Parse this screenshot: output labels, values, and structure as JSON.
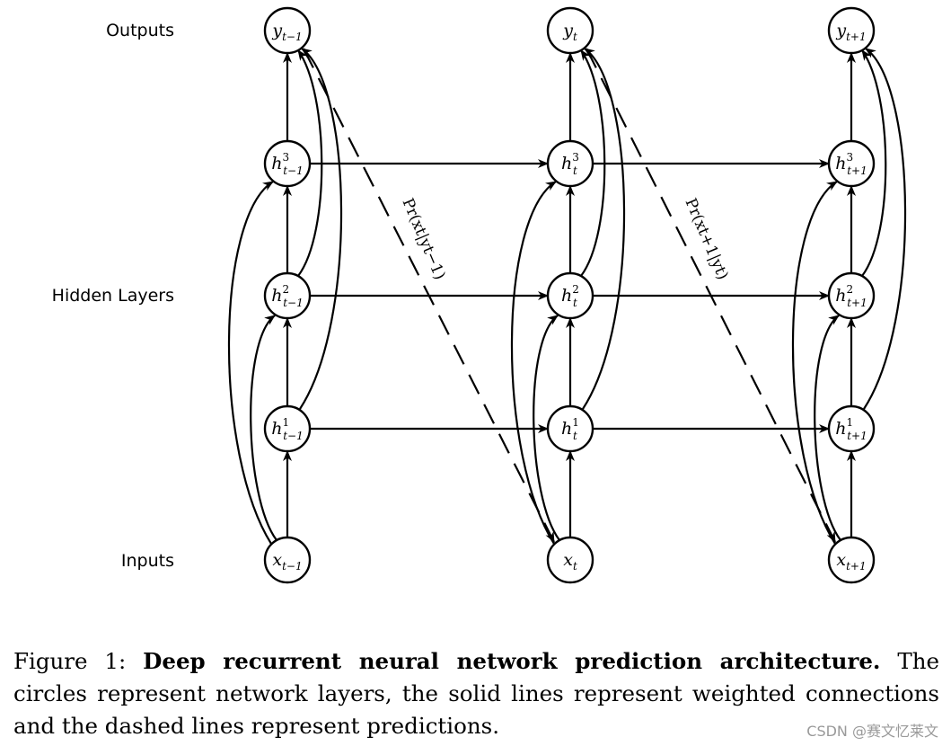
{
  "row_labels": {
    "outputs": "Outputs",
    "hidden": "Hidden Layers",
    "inputs": "Inputs"
  },
  "nodes": {
    "prev": {
      "output": {
        "base": "y",
        "sub": "t−1",
        "sup": ""
      },
      "h3": {
        "base": "h",
        "sub": "t−1",
        "sup": "3"
      },
      "h2": {
        "base": "h",
        "sub": "t−1",
        "sup": "2"
      },
      "h1": {
        "base": "h",
        "sub": "t−1",
        "sup": "1"
      },
      "input": {
        "base": "x",
        "sub": "t−1",
        "sup": ""
      }
    },
    "curr": {
      "output": {
        "base": "y",
        "sub": "t",
        "sup": ""
      },
      "h3": {
        "base": "h",
        "sub": "t",
        "sup": "3"
      },
      "h2": {
        "base": "h",
        "sub": "t",
        "sup": "2"
      },
      "h1": {
        "base": "h",
        "sub": "t",
        "sup": "1"
      },
      "input": {
        "base": "x",
        "sub": "t",
        "sup": ""
      }
    },
    "next": {
      "output": {
        "base": "y",
        "sub": "t+1",
        "sup": ""
      },
      "h3": {
        "base": "h",
        "sub": "t+1",
        "sup": "3"
      },
      "h2": {
        "base": "h",
        "sub": "t+1",
        "sup": "2"
      },
      "h1": {
        "base": "h",
        "sub": "t+1",
        "sup": "1"
      },
      "input": {
        "base": "x",
        "sub": "t+1",
        "sup": ""
      }
    }
  },
  "predictions": [
    {
      "text": "Pr(xt|yt−1)"
    },
    {
      "text": "Pr(xt+1|yt)"
    }
  ],
  "caption": {
    "prefix": "Figure 1: ",
    "bold": "Deep recurrent neural network prediction architecture.",
    "rest": " The circles represent network layers, the solid lines represent weighted connections and the dashed lines represent predictions."
  },
  "watermark": "CSDN @赛文忆莱文"
}
